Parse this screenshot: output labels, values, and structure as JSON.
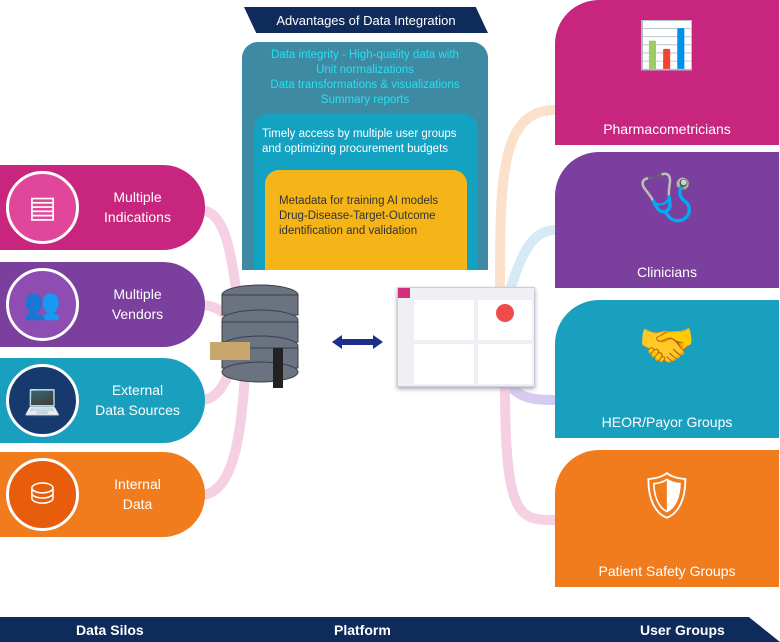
{
  "title": "Advantages of Data Integration",
  "advantages": {
    "outer": [
      "Data integrity - High-quality data with",
      "Unit normalizations",
      "Data transformations & visualizations",
      "Summary reports"
    ],
    "middle": [
      "Timely access by multiple user groups",
      "and optimizing procurement budgets"
    ],
    "inner": [
      "Metadata for training AI models",
      "Drug-Disease-Target-Outcome",
      "identification and validation"
    ]
  },
  "silos": [
    {
      "line1": "Multiple",
      "line2": "Indications",
      "color": "#c8267e",
      "icon": "documents-icon"
    },
    {
      "line1": "Multiple",
      "line2": "Vendors",
      "color": "#7b3f9e",
      "icon": "people-network-icon"
    },
    {
      "line1": "External",
      "line2": "Data Sources",
      "color": "#1aa0bf",
      "icon": "laptop-database-icon"
    },
    {
      "line1": "Internal",
      "line2": "Data",
      "color": "#f07c1e",
      "icon": "database-gear-icon"
    }
  ],
  "user_groups": [
    {
      "label": "Pharmacometricians",
      "color": "#c8267e",
      "icon": "chart-bottles-icon"
    },
    {
      "label": "Clinicians",
      "color": "#7b3f9e",
      "icon": "doctor-icon"
    },
    {
      "label": "HEOR/Payor Groups",
      "color": "#1aa0bf",
      "icon": "handshake-icon"
    },
    {
      "label": "Patient Safety Groups",
      "color": "#f07c1e",
      "icon": "shield-cross-icon"
    }
  ],
  "footer": {
    "left": "Data Silos",
    "center": "Platform",
    "right": "User Groups"
  }
}
